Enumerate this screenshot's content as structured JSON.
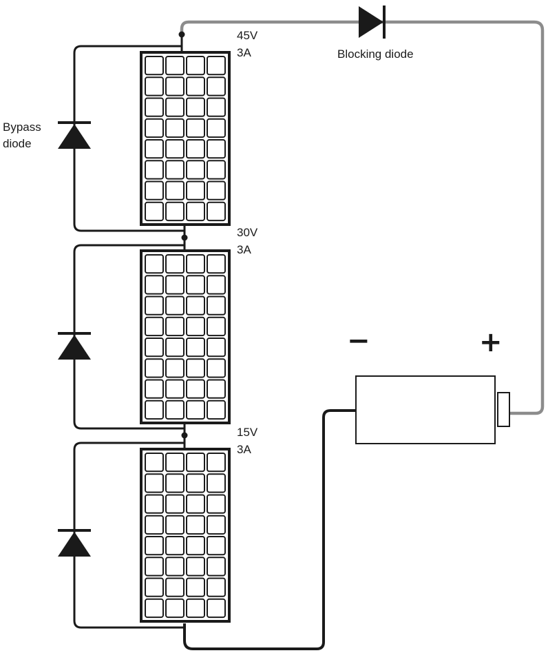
{
  "labels": {
    "blocking_diode": "Blocking diode",
    "bypass_diode_line1": "Bypass",
    "bypass_diode_line2": "diode",
    "negative_terminal": "−",
    "positive_terminal": "+"
  },
  "panels": [
    {
      "voltage": "45V",
      "current": "3A"
    },
    {
      "voltage": "30V",
      "current": "3A"
    },
    {
      "voltage": "15V",
      "current": "3A"
    }
  ],
  "colors": {
    "wire": "#1a1a1a",
    "positive_wire": "#8c8c8c",
    "panel_frame": "#1a1a1a",
    "background": "#ffffff"
  },
  "icons": {
    "blocking_diode": "diode-symbol",
    "bypass_diode": "diode-symbol",
    "battery": "battery-outline"
  }
}
